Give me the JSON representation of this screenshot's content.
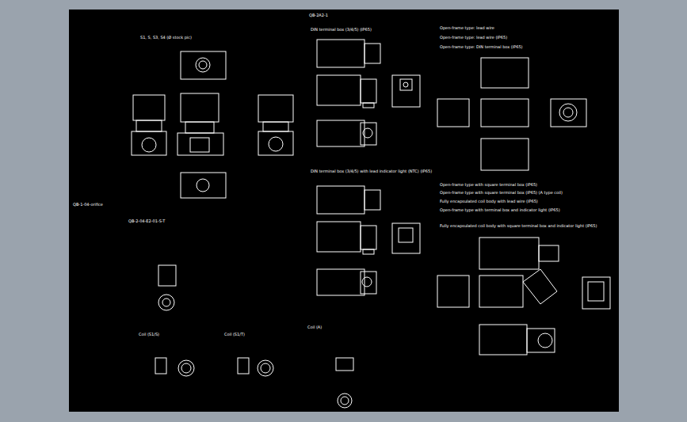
{
  "diagram": {
    "labels": [
      "QB-2A2-1",
      "S1, S, S3, S4 (Ø stock pic)",
      "DIN terminal box (3/4/5) (IP65)",
      "DIN terminal box (3/4/5) with lead indicator light (NTC) (IP65)",
      "Open-frame type: lead wire",
      "Open-frame type: lead wire (IP65)",
      "Open-frame type: DIN terminal box (IP65)",
      "Open-frame type with square terminal box (IP65)",
      "Open-frame type with square terminal box (IP65) (A type coil)",
      "Fully encapsulated coil body with lead wire (IP65)",
      "Open-frame type with terminal box and indicator light (IP65)",
      "Fully encapsulated coil body with square terminal box and indicator light (IP65)",
      "QB-1-04-orifice",
      "QB-2-04-E2-01-S-T",
      "Coil (S1/S)",
      "Coil (S1/T)",
      "Coil (A)"
    ]
  }
}
